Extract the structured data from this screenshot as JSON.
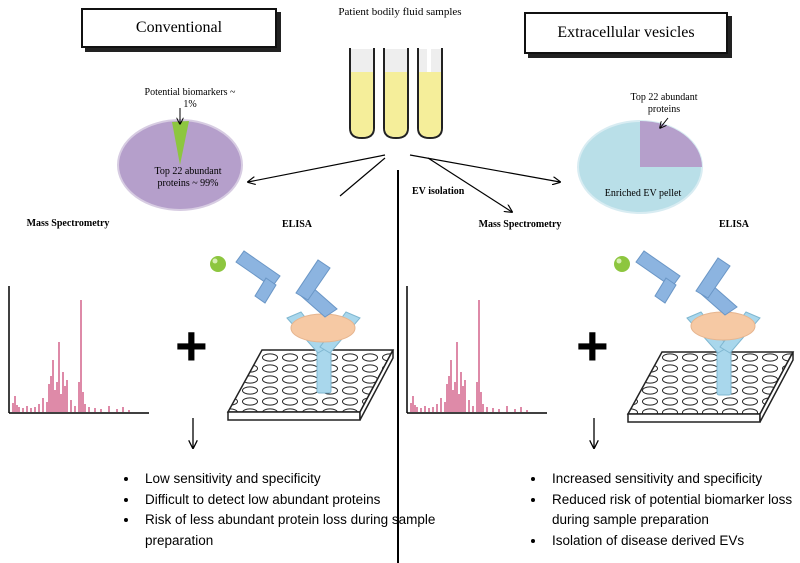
{
  "header": {
    "patient_samples": "Patient bodily fluid samples",
    "conventional_title": "Conventional",
    "ev_title": "Extracellular vesicles"
  },
  "left": {
    "pie_callout": "Potential biomarkers ~ 1%",
    "pie_label": "Top 22 abundant proteins ~ 99%",
    "mass_spec_label": "Mass Spectrometry",
    "elisa_label": "ELISA",
    "plus": "+",
    "bullets": [
      "Low sensitivity and specificity",
      "Difficult to detect low abundant proteins",
      "Risk of less abundant protein loss during sample preparation"
    ]
  },
  "right": {
    "ev_isolation": "EV isolation",
    "pie_callout": "Top 22 abundant proteins",
    "pie_label": "Enriched EV pellet",
    "mass_spec_label": "Mass Spectrometry",
    "elisa_label": "ELISA",
    "plus": "+",
    "bullets": [
      "Increased sensitivity and specificity",
      "Reduced risk of potential biomarker loss during sample preparation",
      "Isolation of disease derived EVs"
    ]
  },
  "colors": {
    "pie_purple": "#b59fcb",
    "pie_green": "#8dc63f",
    "pie_blue": "#b9dfe8",
    "spectrum": "#c83c6e",
    "antibody_blue": "#8cb4e0",
    "antibody_light": "#a9d7ec",
    "antigen_peach": "#f6c9a4",
    "tube_fluid": "#f5ee9a"
  }
}
